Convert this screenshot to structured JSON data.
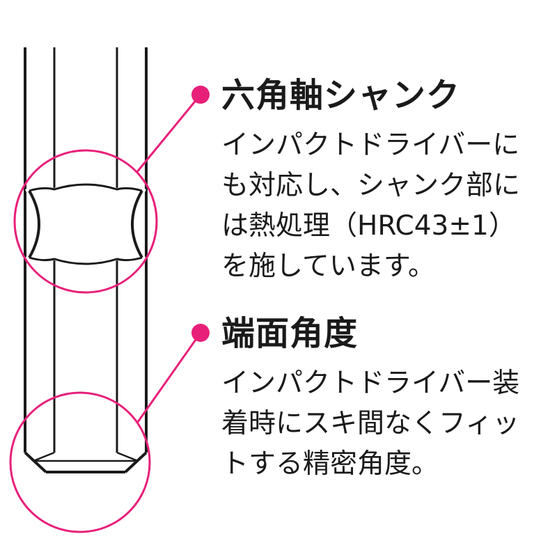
{
  "callouts": [
    {
      "heading": "六角軸シャンク",
      "lines": [
        "インパクトドライバーに",
        "も対応し、シャンク部に",
        "は熱処理（HRC43±1）",
        "を施しています。"
      ]
    },
    {
      "heading": "端面角度",
      "lines": [
        "インパクトドライバー装",
        "着時にスキ間なくフィッ",
        "トする精密角度。"
      ]
    }
  ],
  "colors": {
    "accent": "#e8207a",
    "line": "#1a1a1a",
    "background": "#ffffff"
  }
}
